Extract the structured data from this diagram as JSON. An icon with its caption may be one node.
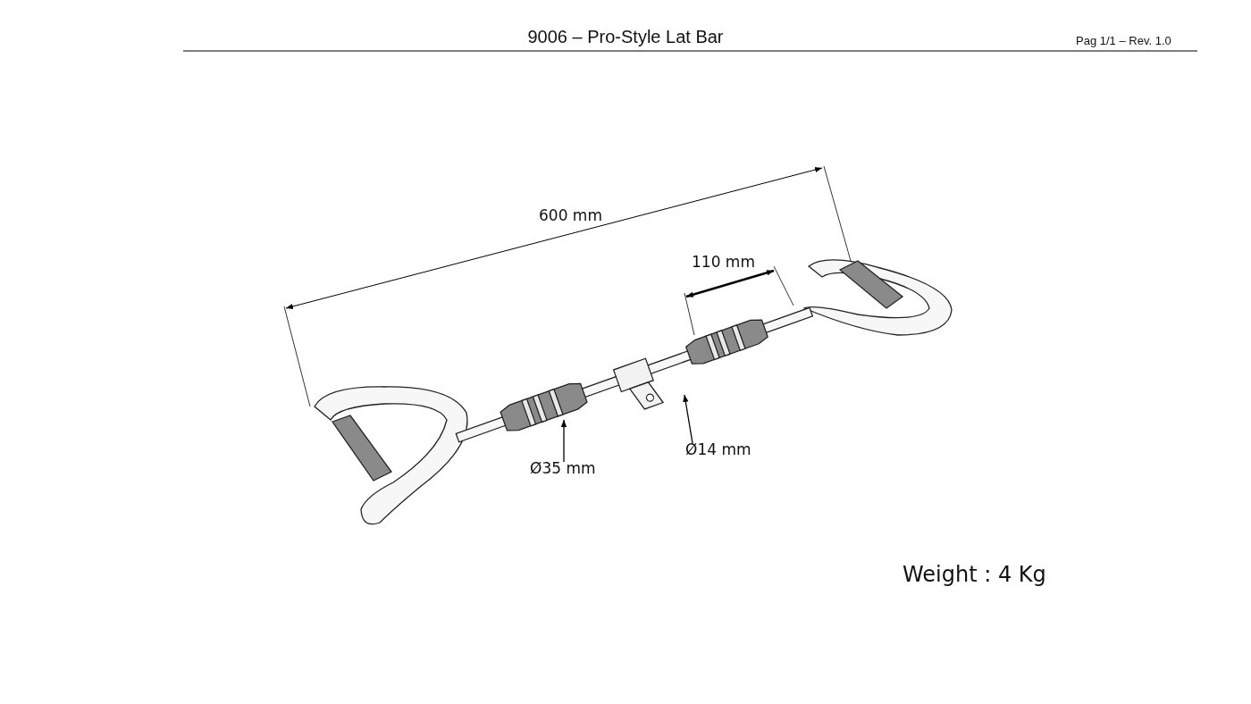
{
  "diagram": {
    "title": "9006 – Pro-Style Lat Bar",
    "nodes": [
      {
        "text": [
          "Ø35 mm"
        ]
      },
      {
        "text": [
          "Ø14 mm"
        ]
      }
    ],
    "edges": [
      {
        "from": 0,
        "to": null,
        "arrow": "to"
      },
      {
        "from": 1,
        "to": null,
        "arrow": "to"
      }
    ],
    "labels": [
      "Pag 1/1 – Rev. 1.0",
      "600 mm",
      "110 mm",
      "Weight : 4 Kg"
    ]
  }
}
